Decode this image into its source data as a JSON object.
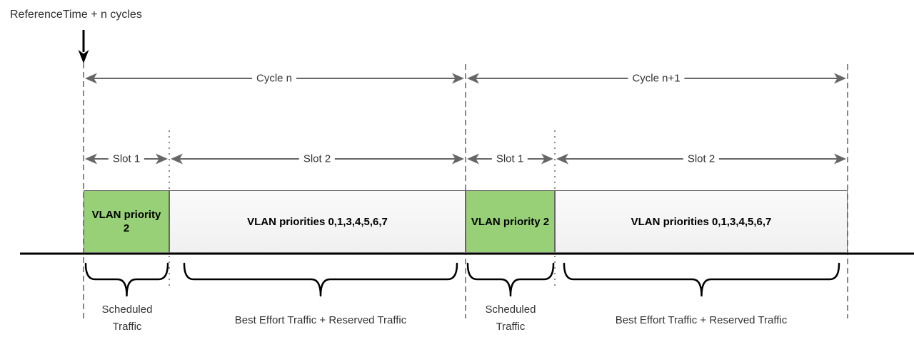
{
  "annotation": {
    "reference_time_label": "ReferenceTime + n cycles"
  },
  "timeline": {
    "cycles": [
      {
        "label": "Cycle n",
        "slots": [
          {
            "label": "Slot 1",
            "box": "VLAN priority 2",
            "traffic": "Scheduled Traffic"
          },
          {
            "label": "Slot 2",
            "box": "VLAN priorities 0,1,3,4,5,6,7",
            "traffic": "Best Effort Traffic + Reserved Traffic"
          }
        ]
      },
      {
        "label": "Cycle n+1",
        "slots": [
          {
            "label": "Slot 1",
            "box": "VLAN priority 2",
            "traffic": "Scheduled Traffic"
          },
          {
            "label": "Slot 2",
            "box": "VLAN priorities 0,1,3,4,5,6,7",
            "traffic": "Best Effort Traffic + Reserved Traffic"
          }
        ]
      }
    ]
  },
  "colors": {
    "scheduled_box_fill": "#97d077",
    "best_effort_box_fill": "#f5f5f5",
    "box_border": "#666666",
    "arrow_gray": "#666666",
    "boundary_line_gray": "#888888",
    "axis_black": "#000000"
  }
}
